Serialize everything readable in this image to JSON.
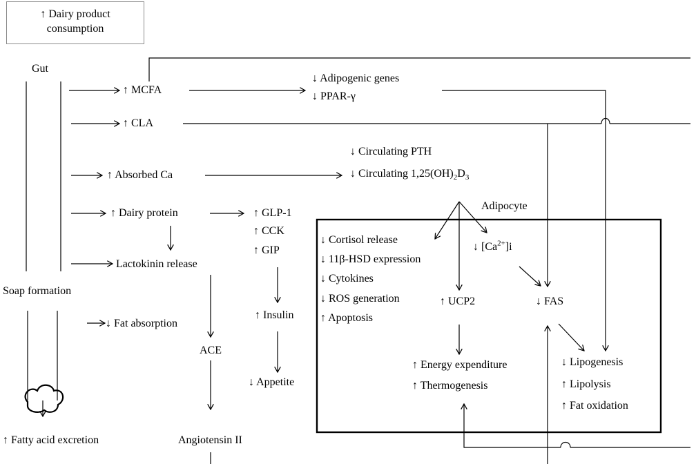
{
  "top_box": {
    "line1": "↑ Dairy product",
    "line2": "consumption"
  },
  "gut": "Gut",
  "soap_formation": "Soap formation",
  "fatty_acid_excretion": "↑ Fatty acid excretion",
  "fat_absorption": "↓ Fat absorption",
  "mcfa": "↑ MCFA",
  "cla": "↑ CLA",
  "absorbed_ca": "↑ Absorbed Ca",
  "dairy_protein": "↑ Dairy protein",
  "lactokinin_release": "Lactokinin release",
  "ace": "ACE",
  "angiotensin_ii": "Angiotensin II",
  "adipogenic_genes": "↓ Adipogenic genes",
  "ppar_gamma": "↓ PPAR-γ",
  "circulating_pth": "↓ Circulating PTH",
  "circulating_vitd": {
    "prefix": "↓ Circulating 1,25(OH)",
    "sub1": "2",
    "mid": "D",
    "sub2": "3"
  },
  "glp1": "↑ GLP-1",
  "cck": "↑ CCK",
  "gip": "↑ GIP",
  "insulin": "↑ Insulin",
  "appetite": "↓ Appetite",
  "adipocyte": "Adipocyte",
  "adipocyte_effects": [
    "↓ Cortisol release",
    "↓ 11β-HSD expression",
    "↓ Cytokines",
    "↓ ROS generation",
    "↑ Apoptosis"
  ],
  "ca_i": {
    "prefix": "↓ [Ca",
    "sup": "2+",
    "suffix": "]i"
  },
  "ucp2": "↑ UCP2",
  "fas": "↓ FAS",
  "energy_expenditure": "↑ Energy expenditure",
  "thermogenesis": "↑ Thermogenesis",
  "lipogenesis": "↓ Lipogenesis",
  "lipolysis": "↑ Lipolysis",
  "fat_oxidation": "↑ Fat oxidation"
}
